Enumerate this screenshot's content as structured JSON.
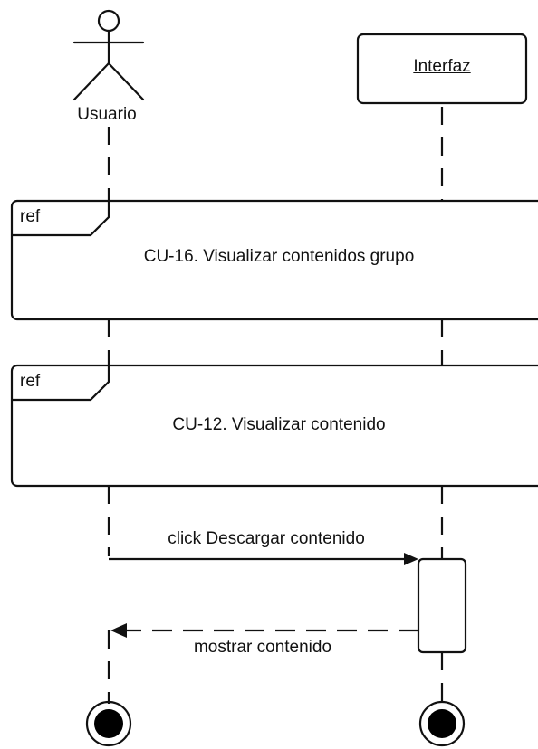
{
  "actor": {
    "label": "Usuario"
  },
  "lifeline": {
    "title": "Interfaz"
  },
  "fragments": [
    {
      "tag": "ref",
      "title": "CU-16. Visualizar contenidos grupo"
    },
    {
      "tag": "ref",
      "title": "CU-12. Visualizar contenido"
    }
  ],
  "messages": [
    {
      "label": "click Descargar contenido",
      "kind": "synchronous"
    },
    {
      "label": "mostrar contenido",
      "kind": "return"
    }
  ],
  "colors": {
    "stroke": "#111111",
    "background": "#ffffff"
  }
}
